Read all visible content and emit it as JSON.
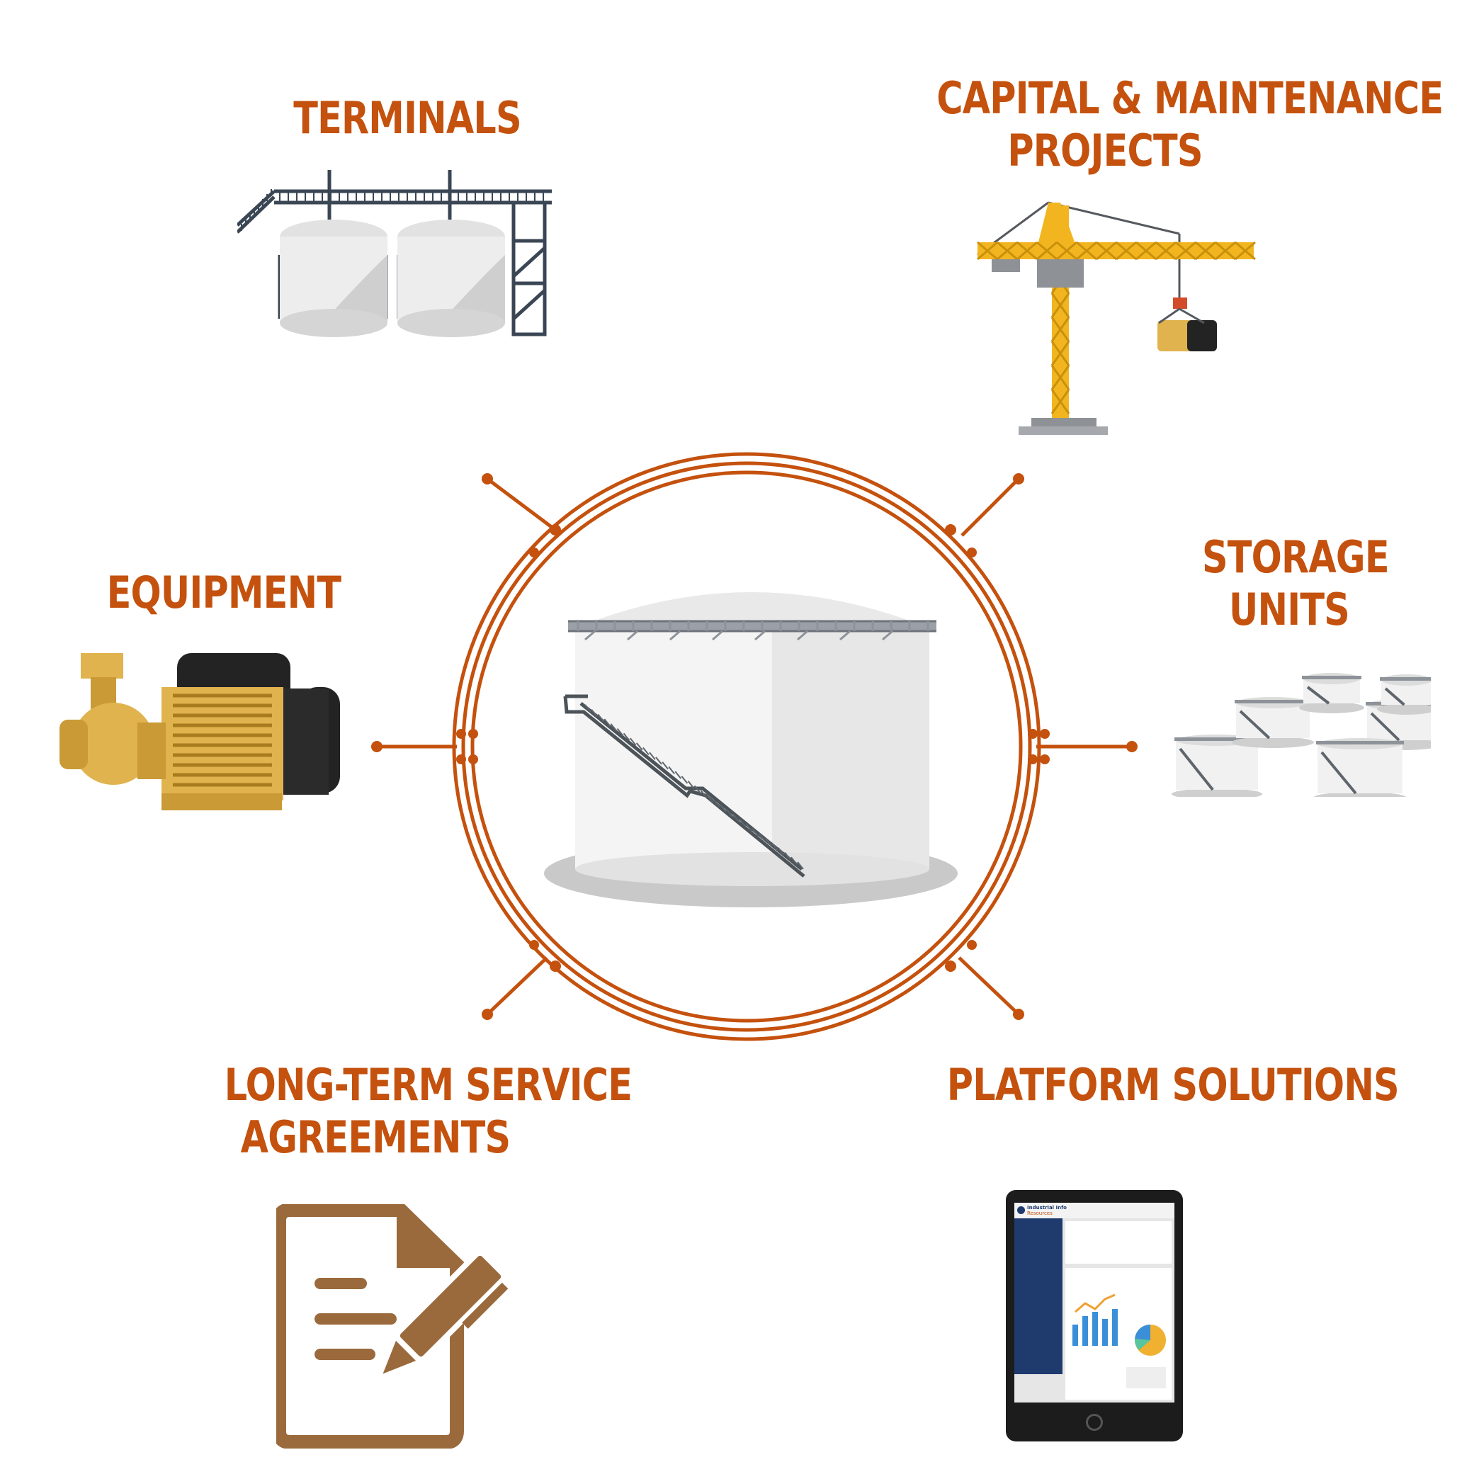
{
  "colors": {
    "accent": "#c4510d",
    "tank_white": "#f3f3f3",
    "tank_shadow": "#c9c9c9",
    "steel": "#3a4654",
    "crane_yellow": "#f2b51f",
    "pump_gold": "#e0b34e",
    "motor_dark": "#232323",
    "document_brown": "#9a6a3c",
    "tablet_black": "#1c1c1c",
    "tablet_navy": "#1f3b6e"
  },
  "hub": {
    "icon": "storage-tank-icon"
  },
  "categories": [
    {
      "id": "terminals",
      "lines": [
        "TERMINALS"
      ],
      "icon": "terminal-tanks-icon"
    },
    {
      "id": "capital-maintenance",
      "lines": [
        "CAPITAL & MAINTENANCE",
        "PROJECTS"
      ],
      "icon": "tower-crane-icon"
    },
    {
      "id": "equipment",
      "lines": [
        "EQUIPMENT"
      ],
      "icon": "pump-icon"
    },
    {
      "id": "storage-units",
      "lines": [
        "STORAGE",
        "UNITS"
      ],
      "icon": "storage-tanks-icon"
    },
    {
      "id": "service-agreements",
      "lines": [
        "LONG-TERM SERVICE",
        "AGREEMENTS"
      ],
      "icon": "signed-document-icon"
    },
    {
      "id": "platform-solutions",
      "lines": [
        "PLATFORM SOLUTIONS"
      ],
      "icon": "tablet-dashboard-icon"
    }
  ],
  "tablet_screen": {
    "brand_line1": "Industrial Info",
    "brand_line2": "Resources"
  }
}
